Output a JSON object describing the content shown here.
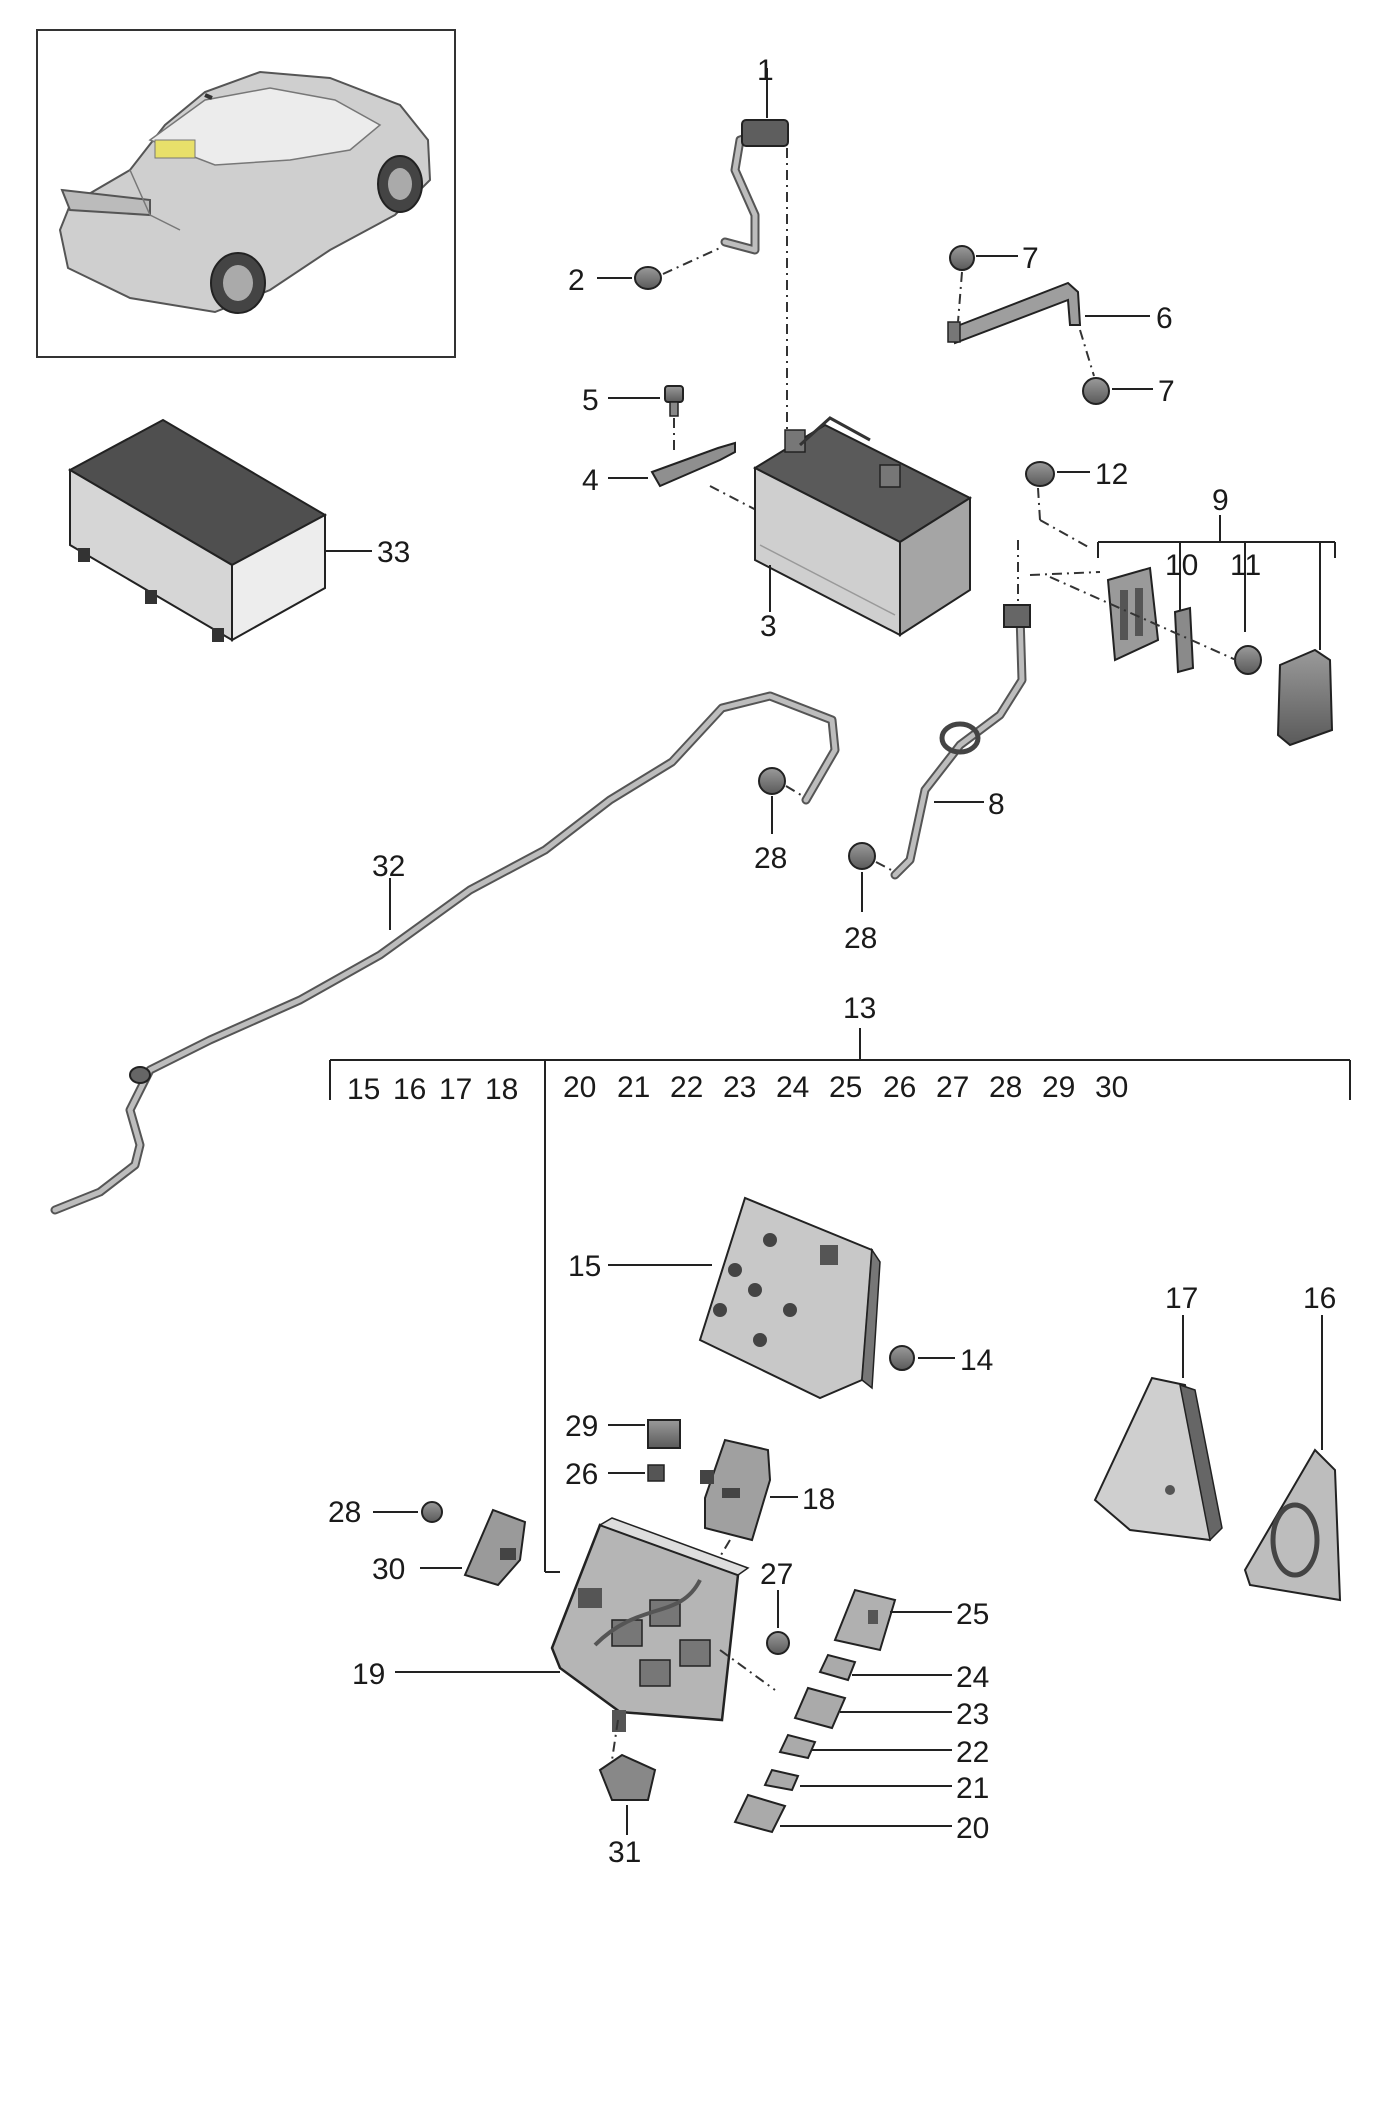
{
  "callouts": {
    "c1": "1",
    "c2": "2",
    "c3": "3",
    "c4": "4",
    "c5": "5",
    "c6": "6",
    "c7a": "7",
    "c7b": "7",
    "c8": "8",
    "c9": "9",
    "c10": "10",
    "c11": "11",
    "c12": "12",
    "c13": "13",
    "c14": "14",
    "c15": "15",
    "c16": "16",
    "c17": "17",
    "c18": "18",
    "c19": "19",
    "c20": "20",
    "c21": "21",
    "c22": "22",
    "c23": "23",
    "c24": "24",
    "c25": "25",
    "c26": "26",
    "c27": "27",
    "c28a": "28",
    "c28b": "28",
    "c28c": "28",
    "c29": "29",
    "c30": "30",
    "c31": "31",
    "c32": "32",
    "c33": "33"
  },
  "group13": {
    "left": [
      "15",
      "16",
      "17",
      "18"
    ],
    "right": [
      "20",
      "21",
      "22",
      "23",
      "24",
      "25",
      "26",
      "27",
      "28",
      "29",
      "30"
    ]
  },
  "colors": {
    "line": "#222222",
    "part_dark": "#6e6e6e",
    "part_mid": "#a9a9a9",
    "part_light": "#d9d9d9",
    "background": "#ffffff"
  }
}
